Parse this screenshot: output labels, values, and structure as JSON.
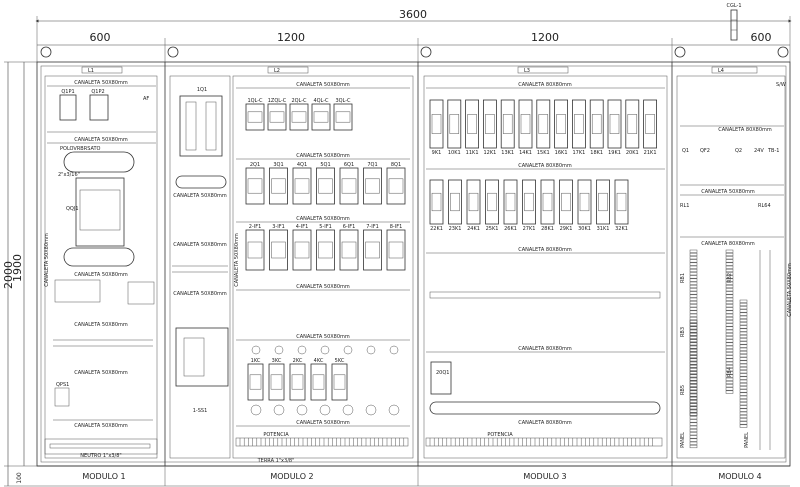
{
  "dimensions": {
    "total_width": "3600",
    "module_widths": [
      "600",
      "1200",
      "1200",
      "600"
    ],
    "total_height": "2000",
    "panel_height": "1900",
    "base_height": "100"
  },
  "tag_top_right": "CGL-1",
  "modules": [
    "MODULO 1",
    "MODULO 2",
    "MODULO 3",
    "MODULO 4"
  ],
  "lights": [
    "L1",
    "L2",
    "L3",
    "L4"
  ],
  "tracks": {
    "c50x80": "CANALETA 50X80mm",
    "c80x80": "CANALETA 80X80mm"
  },
  "module1": {
    "breakers": [
      "Q1P1",
      "Q1P2"
    ],
    "af": "AF",
    "main_switch": "QQJ1",
    "main_note": "POLOVRBRSATO",
    "cable": "2\"x3/16\"",
    "small": "QPS1",
    "neutro": "NEUTRO 1\"x3/8\""
  },
  "module2": {
    "top_switch": "1Q1",
    "ss": "1-SS1",
    "row1": [
      "1QL-C",
      "1ZQL-C",
      "2QL-C",
      "4QL-C",
      "3QL-C"
    ],
    "row2": [
      "2Q1",
      "3Q1",
      "4Q1",
      "5Q1",
      "6Q1",
      "7Q1",
      "8Q1"
    ],
    "row3": [
      "2-IF1",
      "3-IF1",
      "4-IF1",
      "5-IF1",
      "6-IF1",
      "7-IF1",
      "8-IF1"
    ],
    "row4": [
      "1KC",
      "3KC",
      "2KC",
      "4KC",
      "5KC"
    ],
    "potencia": "POTENCIA",
    "terra": "TERRA 1\"x3/8\""
  },
  "module3": {
    "row1": [
      "9K1",
      "10K1",
      "11K1",
      "12K1",
      "13K1",
      "14K1",
      "15K1",
      "16K1",
      "17K1",
      "18K1",
      "19K1",
      "20K1",
      "21K1"
    ],
    "row2": [
      "22K1",
      "23K1",
      "24K1",
      "25K1",
      "26K1",
      "27K1",
      "28K1",
      "29K1",
      "30K1",
      "31K1",
      "32K1"
    ],
    "contactor": "20Q1",
    "potencia": "POTENCIA"
  },
  "module4": {
    "tags": [
      "Q1",
      "QF2",
      "Q2",
      "24V",
      "TB-1",
      "RL1",
      "RL64",
      "S/W"
    ],
    "rails": [
      "RB1",
      "RB2",
      "RB3",
      "RB4",
      "RB5"
    ],
    "panel": "PANEL"
  }
}
